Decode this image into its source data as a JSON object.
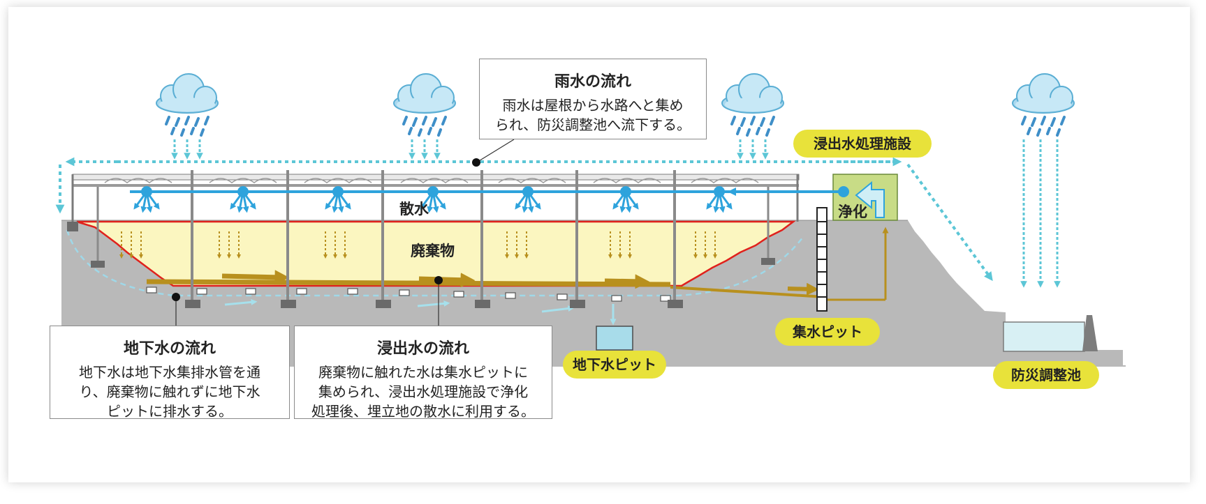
{
  "rain_callout": {
    "title": "雨水の流れ",
    "body_line1": "雨水は屋根から水路へと集め",
    "body_line2": "られ、防災調整池へ流下する。"
  },
  "groundwater_callout": {
    "title": "地下水の流れ",
    "body_line1": "地下水は地下水集排水管を通",
    "body_line2": "り、廃棄物に触れずに地下水",
    "body_line3": "ピットに排水する。"
  },
  "leachate_callout": {
    "title": "浸出水の流れ",
    "body_line1": "廃棄物に触れた水は集水ピットに",
    "body_line2": "集められ、浸出水処理施設で浄化",
    "body_line3": "処理後、埋立地の散水に利用する。"
  },
  "labels": {
    "leachate_facility": "浸出水処理施設",
    "sprinkle": "散水",
    "waste": "廃棄物",
    "purify": "浄化",
    "collection_pit": "集水ピット",
    "groundwater_pit": "地下水ピット",
    "retention_pond": "防災調整池"
  },
  "colors": {
    "rain_blue": "#5cc6d6",
    "sprinkle_blue": "#2ea3dc",
    "leachate_gold": "#b8901e",
    "ground_gray": "#b9b9b9",
    "waste_yellow": "#fbf6c0",
    "liner_red": "#e0211c",
    "label_yellow": "#e8e23a",
    "facility_green": "#c8dc86"
  },
  "icons": [
    "cloud-rain-icon"
  ]
}
